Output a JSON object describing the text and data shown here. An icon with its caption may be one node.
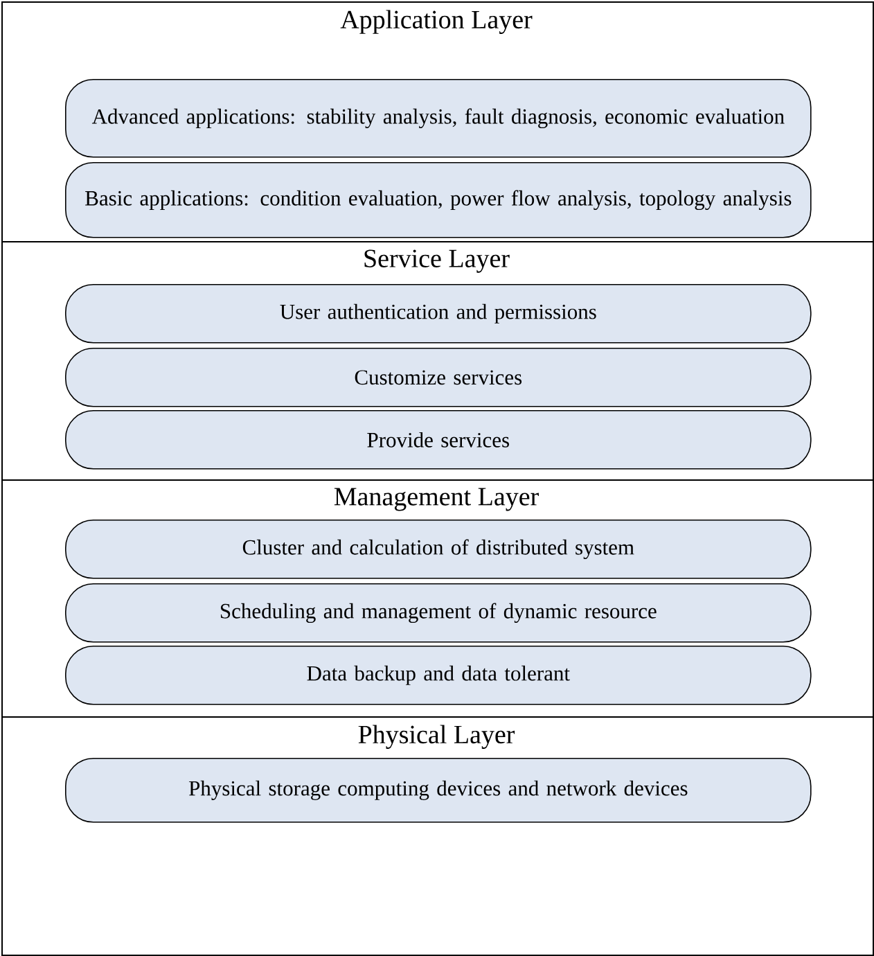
{
  "diagram": {
    "nodes": [
      {
        "text": [
          "Application Layer"
        ]
      },
      {
        "text": [
          "Advanced applications: stability analysis, fault diagnosis, economic evaluation"
        ],
        "in": 0
      },
      {
        "text": [
          "Basic applications: condition evaluation, power flow analysis, topology analysis"
        ],
        "in": 0
      },
      {
        "text": [
          "Service Layer"
        ]
      },
      {
        "text": [
          "User authentication and permissions"
        ],
        "in": 3
      },
      {
        "text": [
          "Customize services"
        ],
        "in": 3
      },
      {
        "text": [
          "Provide services"
        ],
        "in": 3
      },
      {
        "text": [
          "Management Layer"
        ]
      },
      {
        "text": [
          "Cluster and calculation of distributed system"
        ],
        "in": 7
      },
      {
        "text": [
          "Scheduling and management of dynamic resource"
        ],
        "in": 7
      },
      {
        "text": [
          "Data backup and data tolerant"
        ],
        "in": 7
      },
      {
        "text": [
          "Physical Layer"
        ]
      },
      {
        "text": [
          "Physical storage computing devices and network devices"
        ],
        "in": 11
      }
    ]
  }
}
